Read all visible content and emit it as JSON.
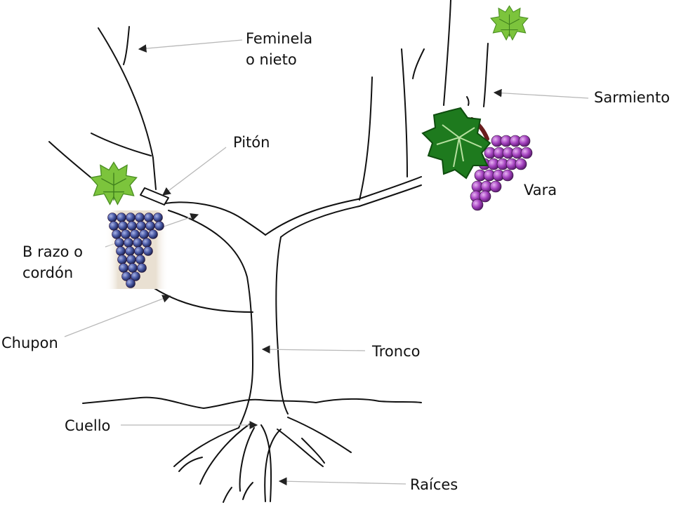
{
  "labels": {
    "feminela": "Feminela",
    "feminela_line2": "o nieto",
    "sarmiento": "Sarmiento",
    "piton": "Pitón",
    "vara": "Vara",
    "brazo": "B razo o",
    "brazo_line2": "cordón",
    "chupon": "Chupon",
    "tronco": "Tronco",
    "cuello": "Cuello",
    "raices": "Raíces"
  },
  "colors": {
    "outline": "#111111",
    "arrow": "#222222",
    "leader": "#b8b8b8",
    "leaf_light": "#7cc43c",
    "leaf_dark": "#2f8a1f",
    "grape_purple": "#9b3db0",
    "grape_blue": "#3d4a8f",
    "vine_leaf": "#1e7a1e"
  },
  "icons": [
    "vine-leaf-icon",
    "grape-bunch-icon"
  ]
}
